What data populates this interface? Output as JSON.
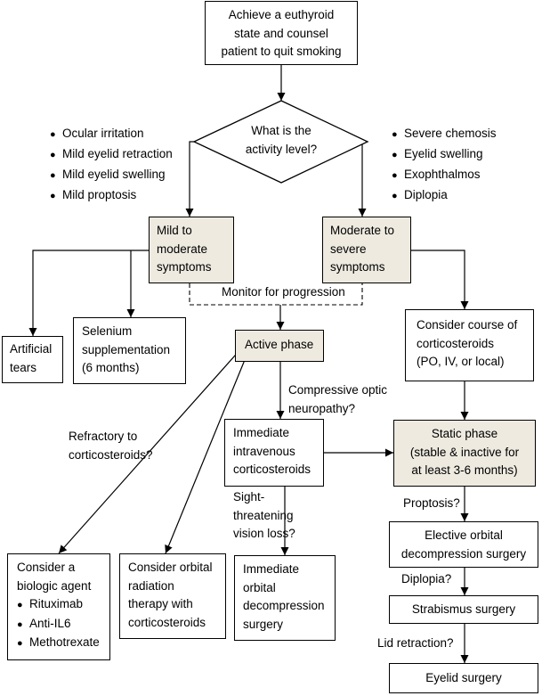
{
  "start": {
    "lines": [
      "Achieve a euthyroid",
      "state and counsel",
      "patient to quit smoking"
    ]
  },
  "decision": {
    "lines": [
      "What is the",
      "activity level?"
    ]
  },
  "left_signs": [
    "Ocular irritation",
    "Mild eyelid retraction",
    "Mild eyelid swelling",
    "Mild proptosis"
  ],
  "right_signs": [
    "Severe chemosis",
    "Eyelid swelling",
    "Exophthalmos",
    "Diplopia"
  ],
  "mild": {
    "lines": [
      "Mild to",
      "moderate",
      "symptoms"
    ]
  },
  "severe": {
    "lines": [
      "Moderate to",
      "severe",
      "symptoms"
    ]
  },
  "monitor_label": "Monitor for progression",
  "artificial_tears": {
    "lines": [
      "Artificial",
      "tears"
    ]
  },
  "selenium": {
    "lines": [
      "Selenium",
      "supplementation",
      "(6 months)"
    ]
  },
  "active_phase": "Active phase",
  "steroid_course": {
    "lines": [
      "Consider course of",
      "corticosteroids",
      "(PO, IV, or local)"
    ]
  },
  "compressive_label": [
    "Compressive optic",
    "neuropathy?"
  ],
  "refractory_label": [
    "Refractory to",
    "corticosteroids?"
  ],
  "iv_steroids": {
    "lines": [
      "Immediate",
      "intravenous",
      "corticosteroids"
    ]
  },
  "static_phase": {
    "lines": [
      "Static phase",
      "(stable & inactive for",
      "at least 3-6 months)"
    ]
  },
  "sight_label": [
    "Sight-",
    "threatening",
    "vision loss?"
  ],
  "proptosis_label": "Proptosis?",
  "elective_surgery": {
    "lines": [
      "Elective orbital",
      "decompression surgery"
    ]
  },
  "diplopia_label": "Diplopia?",
  "strabismus": "Strabismus surgery",
  "lid_label": "Lid retraction?",
  "eyelid": "Eyelid surgery",
  "biologic": {
    "title": [
      "Consider a",
      "biologic agent"
    ],
    "items": [
      "Rituximab",
      "Anti-IL6",
      "Methotrexate"
    ]
  },
  "radiation": {
    "lines": [
      "Consider orbital",
      "radiation",
      "therapy with",
      "corticosteroids"
    ]
  },
  "immediate_decompression": {
    "lines": [
      "Immediate",
      "orbital",
      "decompression",
      "surgery"
    ]
  }
}
